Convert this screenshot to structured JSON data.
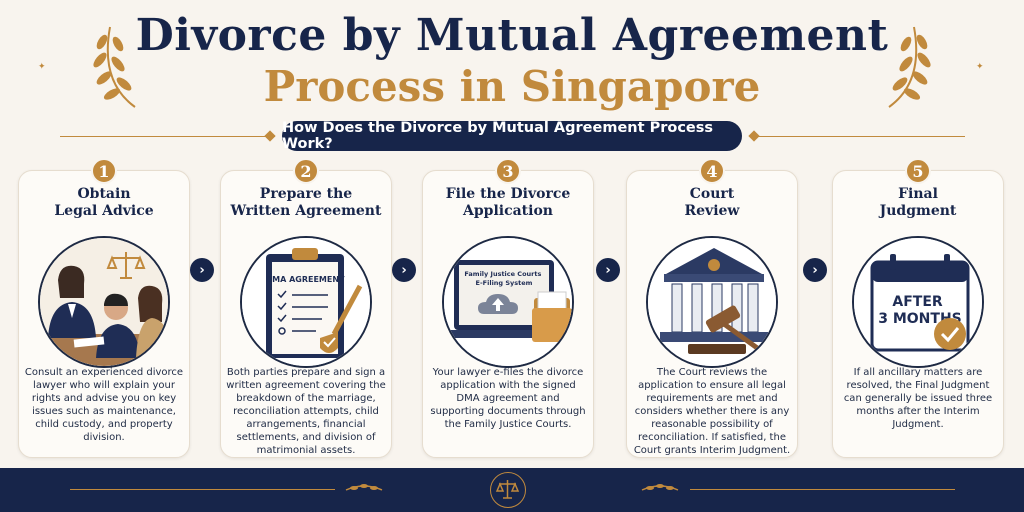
{
  "header": {
    "title_line1": "Divorce by Mutual Agreement",
    "title_line2": "Process in Singapore",
    "subtitle": "How Does the Divorce by Mutual Agreement Process Work?"
  },
  "steps": [
    {
      "number": "1",
      "title": "Obtain\nLegal Advice",
      "description": "Consult an experienced divorce lawyer who will explain your rights and advise you on key issues such as maintenance, child custody, and property division."
    },
    {
      "number": "2",
      "title": "Prepare the\nWritten Agreement",
      "illustration_label": "DMA AGREEMENT",
      "description": "Both parties prepare and sign a written agreement covering the breakdown of the marriage, reconciliation attempts, child arrangements, financial settlements, and division of matrimonial assets."
    },
    {
      "number": "3",
      "title": "File the Divorce\nApplication",
      "illustration_label": "Family Justice Courts\nE-Filing System",
      "description": "Your lawyer e-files the divorce application with the signed DMA agreement and supporting documents through the Family Justice Courts."
    },
    {
      "number": "4",
      "title": "Court\nReview",
      "description": "The Court reviews the application to ensure all legal requirements are met and considers whether there is any reasonable possibility of reconciliation. If satisfied, the Court grants Interim Judgment."
    },
    {
      "number": "5",
      "title": "Final\nJudgment",
      "illustration_label": "AFTER\n3 MONTHS",
      "description": "If all ancillary matters are resolved, the Final Judgment can generally be issued three months after the Interim Judgment."
    }
  ],
  "colors": {
    "navy": "#17254a",
    "gold": "#c18a3d",
    "background": "#f8f4ee"
  },
  "icons": [
    "laurel-icon",
    "scales-icon",
    "clipboard-icon",
    "laptop-icon",
    "courthouse-icon",
    "calendar-icon",
    "chevron-right-icon"
  ]
}
